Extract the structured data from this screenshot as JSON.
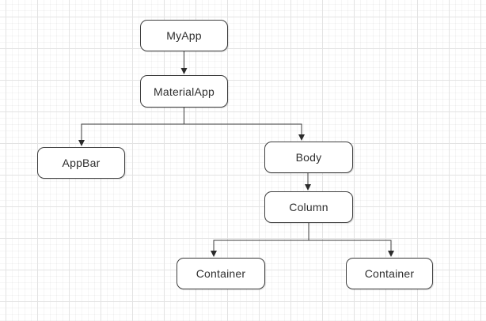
{
  "diagram": {
    "type": "flowchart",
    "description": "Flutter widget tree diagram on grid canvas",
    "colors": {
      "canvas_background": "#ffffff",
      "grid_major": "#e3e3e3",
      "grid_minor": "#f5f5f5",
      "node_fill": "#ffffff",
      "node_border": "#3f3f3f",
      "edge_line": "#3f3f3f",
      "arrowhead": "#2b2b2b",
      "text": "#2e2e2e"
    },
    "nodes": [
      {
        "id": "myapp",
        "label": "MyApp"
      },
      {
        "id": "materialapp",
        "label": "MaterialApp"
      },
      {
        "id": "appbar",
        "label": "AppBar"
      },
      {
        "id": "body",
        "label": "Body"
      },
      {
        "id": "column",
        "label": "Column"
      },
      {
        "id": "container_left",
        "label": "Container"
      },
      {
        "id": "container_right",
        "label": "Container"
      }
    ],
    "edges": [
      {
        "from": "myapp",
        "to": "materialapp",
        "style": "orthogonal-arrow"
      },
      {
        "from": "materialapp",
        "to": "appbar",
        "style": "orthogonal-arrow"
      },
      {
        "from": "materialapp",
        "to": "body",
        "style": "orthogonal-arrow"
      },
      {
        "from": "body",
        "to": "column",
        "style": "orthogonal-arrow"
      },
      {
        "from": "column",
        "to": "container_left",
        "style": "orthogonal-arrow"
      },
      {
        "from": "column",
        "to": "container_right",
        "style": "orthogonal-arrow"
      }
    ]
  }
}
